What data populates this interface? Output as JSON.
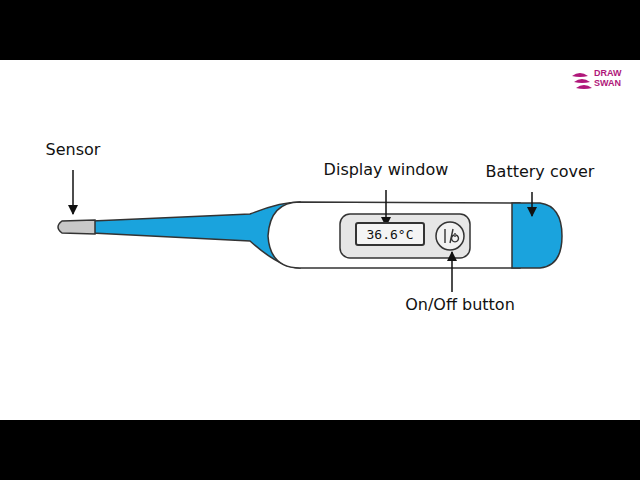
{
  "diagram": {
    "nodes": [
      {
        "text": [
          "36.6°C"
        ]
      }
    ],
    "labels": [
      "Sensor",
      "Display window",
      "Battery cover",
      "On/Off button",
      "DRAW",
      "SWAN"
    ]
  }
}
